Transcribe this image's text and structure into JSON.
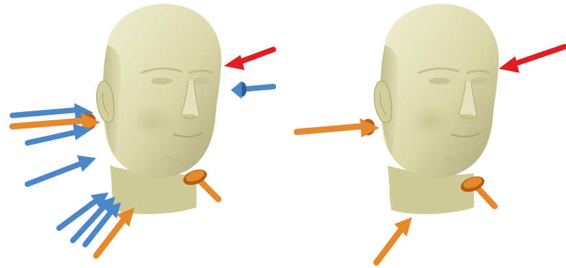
{
  "figure": {
    "panels": [
      {
        "id": "left",
        "subject": "head-model",
        "arrows": [
          {
            "color": "red"
          },
          {
            "color": "blue"
          },
          {
            "color": "blue"
          },
          {
            "color": "orange"
          },
          {
            "color": "blue"
          },
          {
            "color": "blue"
          },
          {
            "color": "blue"
          },
          {
            "color": "blue"
          },
          {
            "color": "blue"
          },
          {
            "color": "orange"
          },
          {
            "color": "orange"
          }
        ]
      },
      {
        "id": "right",
        "subject": "head-model",
        "arrows": [
          {
            "color": "red"
          },
          {
            "color": "orange"
          },
          {
            "color": "orange"
          },
          {
            "color": "orange"
          }
        ]
      }
    ]
  },
  "colors": {
    "background": "#ffffff",
    "head_light": "#ebe9c6",
    "head_mid": "#d7d3a4",
    "head_dark": "#a9a574",
    "arrow_red": "#e31b23",
    "arrow_red_dark": "#a80f14",
    "arrow_blue": "#4a86c8",
    "arrow_blue_dark": "#2a5d96",
    "arrow_orange": "#e6882c",
    "arrow_orange_dark": "#b05f13"
  }
}
